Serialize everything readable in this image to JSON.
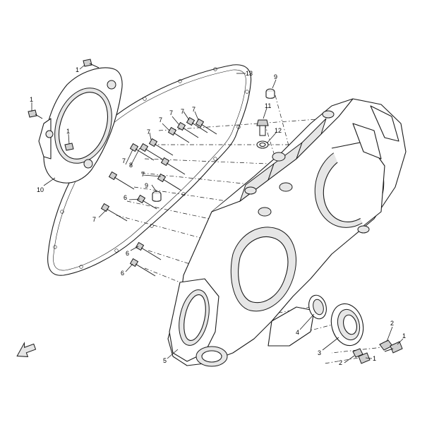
{
  "diagram": {
    "callouts": [
      {
        "id": "c-1a",
        "text": "1"
      },
      {
        "id": "c-1b",
        "text": "1"
      },
      {
        "id": "c-1c",
        "text": "1"
      },
      {
        "id": "c-1d",
        "text": "1"
      },
      {
        "id": "c-1e",
        "text": "1"
      },
      {
        "id": "c-2a",
        "text": "2"
      },
      {
        "id": "c-2b",
        "text": "2"
      },
      {
        "id": "c-3",
        "text": "3"
      },
      {
        "id": "c-4",
        "text": "4"
      },
      {
        "id": "c-5",
        "text": "5"
      },
      {
        "id": "c-6a",
        "text": "6"
      },
      {
        "id": "c-6b",
        "text": "6"
      },
      {
        "id": "c-6c",
        "text": "6"
      },
      {
        "id": "c-7a",
        "text": "7"
      },
      {
        "id": "c-7b",
        "text": "7"
      },
      {
        "id": "c-7c",
        "text": "7"
      },
      {
        "id": "c-7d",
        "text": "7"
      },
      {
        "id": "c-7e",
        "text": "7"
      },
      {
        "id": "c-7f",
        "text": "7"
      },
      {
        "id": "c-7g",
        "text": "7"
      },
      {
        "id": "c-7h",
        "text": "7"
      },
      {
        "id": "c-8",
        "text": "8"
      },
      {
        "id": "c-9a",
        "text": "9"
      },
      {
        "id": "c-9b",
        "text": "9"
      },
      {
        "id": "c-10",
        "text": "10"
      },
      {
        "id": "c-11",
        "text": "11"
      },
      {
        "id": "c-12",
        "text": "12"
      },
      {
        "id": "c-13",
        "text": "13"
      }
    ]
  }
}
